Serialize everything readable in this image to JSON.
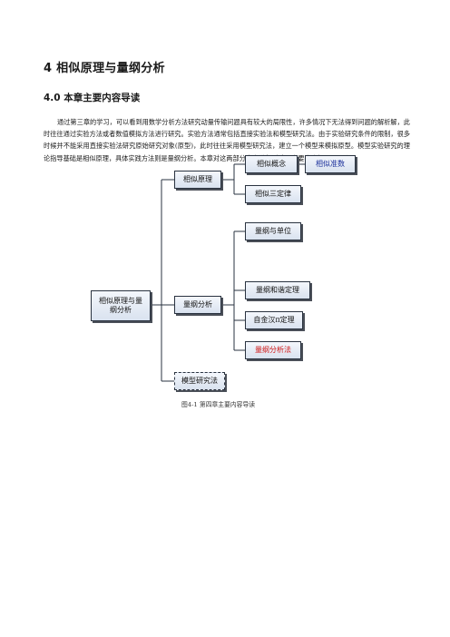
{
  "chapter_title": "4  相似原理与量纲分析",
  "section_title": "4.0  本章主要内容导读",
  "intro_paragraph": "通过第三章的学习，可以看到用数学分析方法研究动量传输问题具有较大的局限性，许多情况下无法得到问题的解析解，此时往往通过实验方法或者数值模拟方法进行研究。实验方法通常包括直接实验法和模型研究法。由于实验研究条件的限制，很多时候并不能采用直接实验法研究原始研究对象(原型)，此时往往采用模型研究法，建立一个模型来模拟原型。模型实验研究的理论指导基础是相似原理，具体实践方法则是量纲分析。本章对这两部分内容进行讨论，主要内容如图4-1所示。",
  "diagram": {
    "root": "相似原理与量纲分析",
    "branch_similarity": "相似原理",
    "branch_dimension": "量纲分析",
    "branch_model": "模型研究法",
    "leaf_concept": "相似概念",
    "leaf_criteria": "相似准数",
    "leaf_three_laws": "相似三定律",
    "leaf_units": "量纲与单位",
    "leaf_harmony": "量纲和谐定理",
    "leaf_rayleigh": "自金汉π定理",
    "leaf_analysis_method": "量纲分析法",
    "caption": "图4-1  第四章主要内容导读"
  },
  "colors": {
    "highlight_red": "#d01818",
    "highlight_blue": "#1a2f9a",
    "line": "#2a3340"
  }
}
